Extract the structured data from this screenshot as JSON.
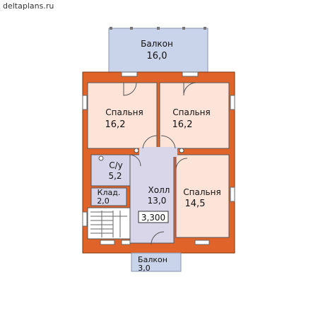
{
  "site": "deltaplans.ru",
  "level_mark": "3,300",
  "colors": {
    "wall": "#e0642a",
    "room": "#fde3d8",
    "hall": "#d9d6ea",
    "service": "#d6d4e8",
    "balcony": "#c9d4ea",
    "outline": "#555555"
  },
  "rooms": {
    "balcony_top": {
      "name": "Балкон",
      "area": "16,0"
    },
    "bedroom_left": {
      "name": "Спальня",
      "area": "16,2"
    },
    "bedroom_right": {
      "name": "Спальня",
      "area": "16,2"
    },
    "bathroom": {
      "name": "С/у",
      "area": "5,2"
    },
    "storage": {
      "name": "Клад.",
      "area": "2,0"
    },
    "hall": {
      "name": "Холл",
      "area": "13,0"
    },
    "bedroom_small": {
      "name": "Спальня",
      "area": "14,5"
    },
    "balcony_bottom": {
      "name": "Балкон",
      "area": "3,0"
    }
  }
}
